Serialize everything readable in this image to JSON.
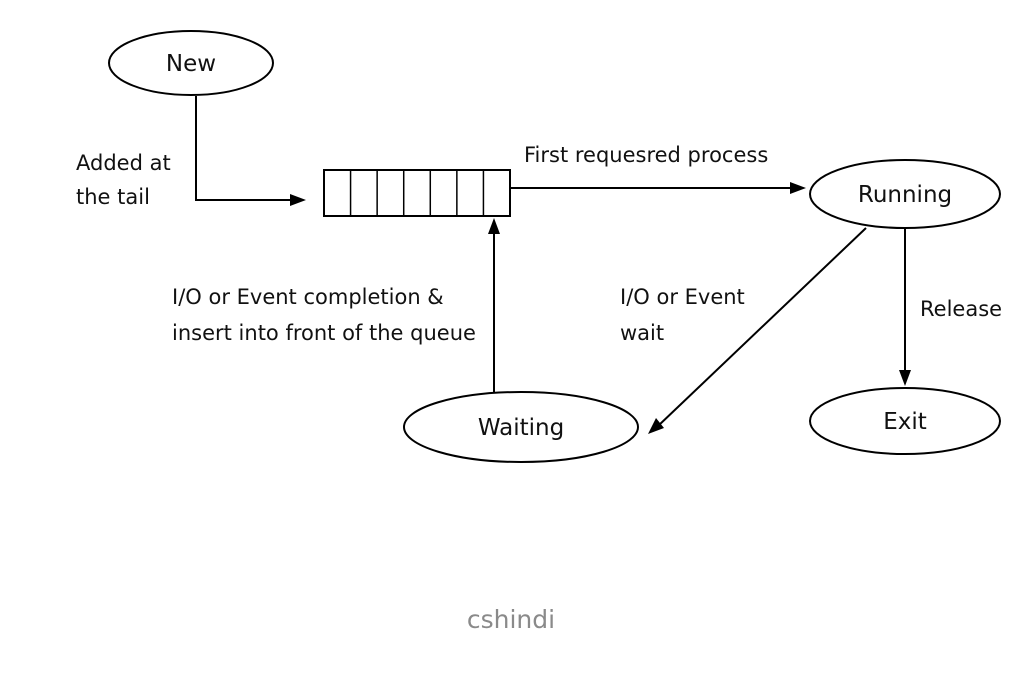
{
  "diagram": {
    "nodes": {
      "new": "New",
      "running": "Running",
      "waiting": "Waiting",
      "exit": "Exit"
    },
    "edges": {
      "added_at_tail": [
        "Added at",
        "the tail"
      ],
      "first_requested": "First requesred process",
      "io_event_completion": [
        "I/O or Event completion &",
        "insert into front of the queue"
      ],
      "io_event_wait": [
        "I/O or Event",
        "wait"
      ],
      "release": "Release"
    },
    "queue_slots": 7
  },
  "watermark": "cshindi"
}
